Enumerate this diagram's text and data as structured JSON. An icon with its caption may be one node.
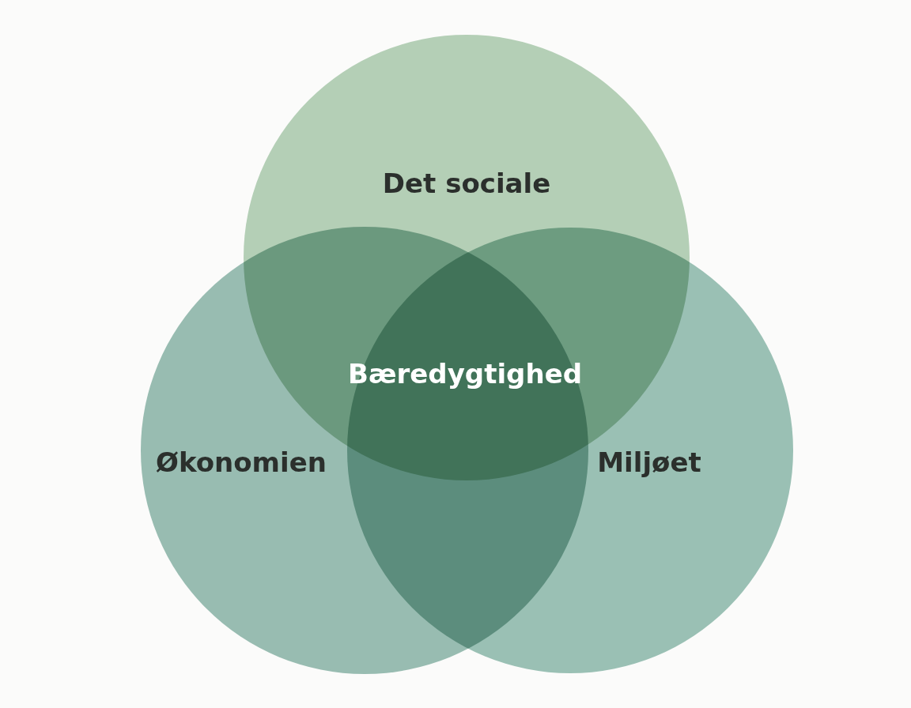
{
  "diagram": {
    "nodes": [
      {
        "text": [
          "Det sociale"
        ]
      },
      {
        "text": [
          "Økonomien"
        ]
      },
      {
        "text": [
          "Miljøet"
        ]
      }
    ],
    "labels": [
      "Bæredygtighed"
    ]
  }
}
